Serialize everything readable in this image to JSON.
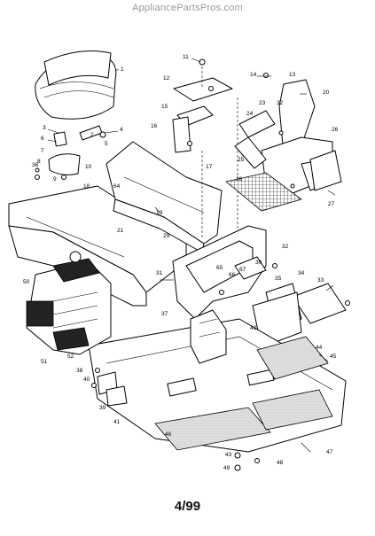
{
  "watermark": "AppliancePartsPros.com",
  "footer": "4/99",
  "callouts": [
    "1",
    "2",
    "3",
    "4",
    "5",
    "6",
    "7",
    "8",
    "9",
    "10",
    "11",
    "12",
    "13",
    "14",
    "15",
    "16",
    "17",
    "18",
    "19",
    "20",
    "21",
    "22",
    "23",
    "24",
    "25",
    "26",
    "27",
    "28",
    "29",
    "30",
    "31",
    "32",
    "33",
    "34",
    "35",
    "36",
    "37",
    "38",
    "39",
    "40",
    "41",
    "42",
    "43",
    "44",
    "45",
    "46",
    "47",
    "48",
    "49",
    "50",
    "51",
    "52",
    "64",
    "65",
    "66",
    "67"
  ]
}
